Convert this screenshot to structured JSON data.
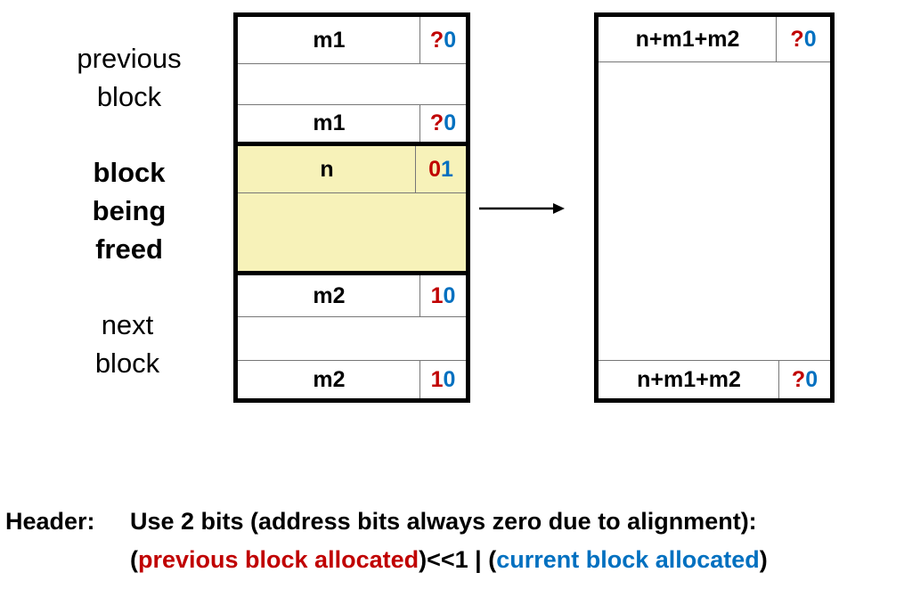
{
  "labels": {
    "previous_block": [
      "previous",
      "block"
    ],
    "block_being_freed": [
      "block",
      "being",
      "freed"
    ],
    "next_block": [
      "next",
      "block"
    ]
  },
  "left_column": {
    "prev_header": {
      "size": "m1",
      "bit_prev": "?",
      "bit_cur": "0"
    },
    "prev_footer": {
      "size": "m1",
      "bit_prev": "?",
      "bit_cur": "0"
    },
    "freed_header": {
      "size": "n",
      "bit_prev": "0",
      "bit_cur": "1"
    },
    "next_header": {
      "size": "m2",
      "bit_prev": "1",
      "bit_cur": "0"
    },
    "next_footer": {
      "size": "m2",
      "bit_prev": "1",
      "bit_cur": "0"
    }
  },
  "right_column": {
    "header": {
      "size": "n+m1+m2",
      "bit_prev": "?",
      "bit_cur": "0"
    },
    "footer": {
      "size": "n+m1+m2",
      "bit_prev": "?",
      "bit_cur": "0"
    }
  },
  "caption": {
    "label": "Header:",
    "line1": "Use 2 bits (address bits always zero due to alignment):",
    "line2_open": "(",
    "line2_prev": "previous block allocated",
    "line2_mid": ")<<1 | (",
    "line2_cur": "current block allocated",
    "line2_close": ")"
  },
  "colors": {
    "prev_bit": "#c00000",
    "cur_bit": "#0070c0",
    "freed_fill": "#f7f2b9"
  }
}
